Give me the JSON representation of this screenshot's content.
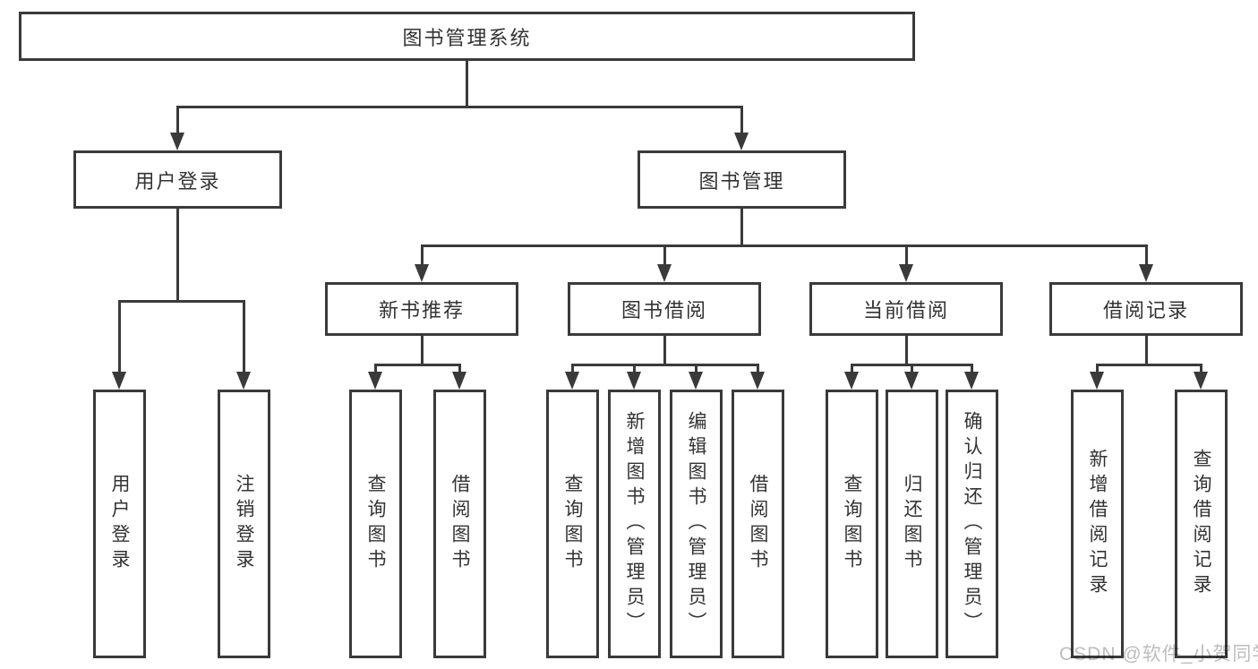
{
  "diagram": {
    "root": "图书管理系统",
    "level2": [
      "用户登录",
      "图书管理"
    ],
    "level3": [
      "新书推荐",
      "图书借阅",
      "当前借阅",
      "借阅记录"
    ],
    "login_leaves": [
      "用户登录",
      "注销登录"
    ],
    "recommend_leaves": [
      "查询图书",
      "借阅图书"
    ],
    "borrow_leaves": [
      "查询图书",
      "新增图书（管理员）",
      "编辑图书（管理员）",
      "借阅图书"
    ],
    "current_leaves": [
      "查询图书",
      "归还图书",
      "确认归还（管理员）"
    ],
    "record_leaves": [
      "新增借阅记录",
      "查询借阅记录"
    ],
    "colors": {
      "line": "#3a3a3a",
      "text": "#333333",
      "watermark": "#bdbdbd",
      "background": "#ffffff"
    }
  },
  "watermark": "CSDN @软件_小贺同学"
}
